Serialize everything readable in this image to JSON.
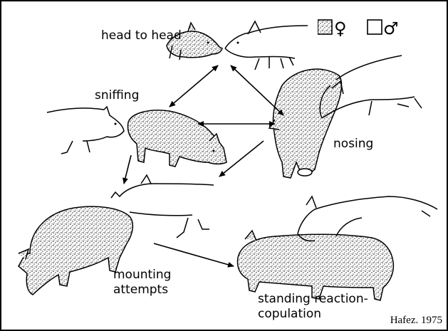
{
  "labels": {
    "head_to_head": "head to head",
    "sniffing": "sniffing",
    "nosing": "nosing",
    "mounting": "mounting\nattempts",
    "standing": "standing reaction-\ncopulation"
  },
  "legend": {
    "female_symbol": "♀",
    "male_symbol": "♂"
  },
  "credit": "Hafez. 1975",
  "colors": {
    "line": "#000000",
    "stipple": "#222222"
  },
  "icons": {
    "female": "female-stippled-pig",
    "male": "male-outline-pig"
  }
}
